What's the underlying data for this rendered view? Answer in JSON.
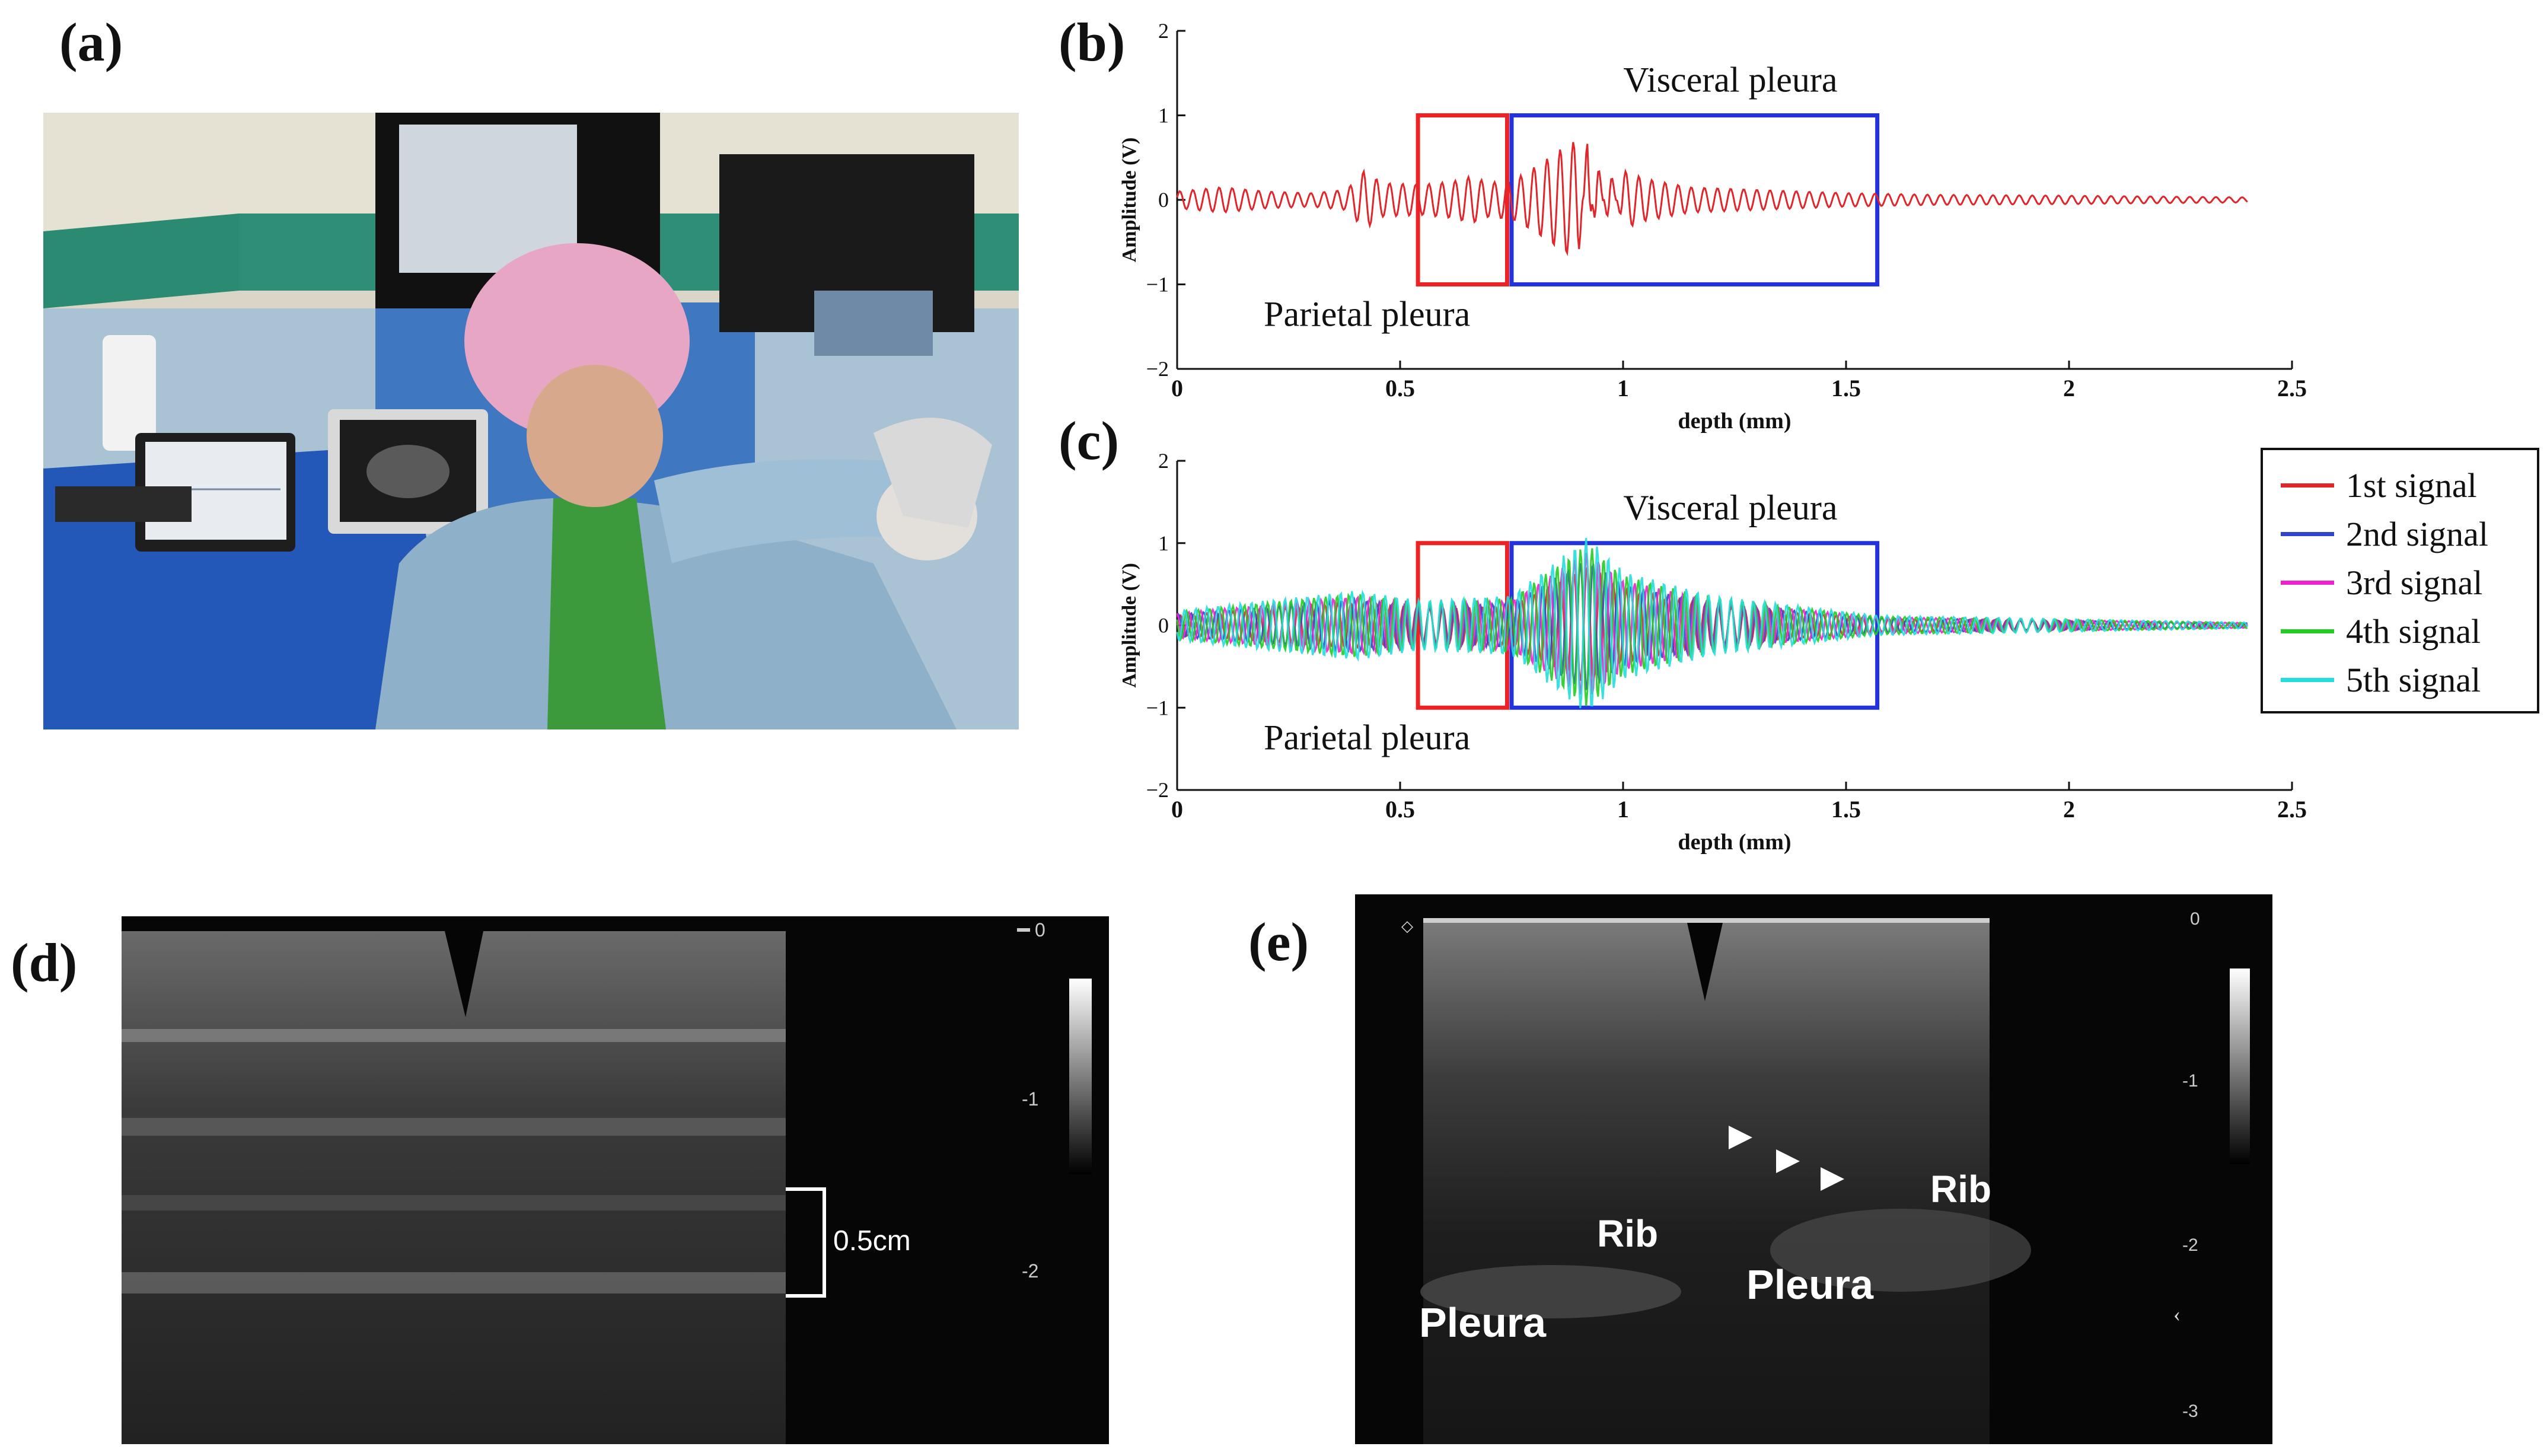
{
  "panels": {
    "a": "(a)",
    "b": "(b)",
    "c": "(c)",
    "d": "(d)",
    "e": "(e)"
  },
  "chart_data": [
    {
      "id": "b",
      "type": "line",
      "xlabel": "depth (mm)",
      "ylabel": "Amplitude (V)",
      "xlim": [
        0,
        2.5
      ],
      "ylim": [
        -2,
        2
      ],
      "xticks": [
        "0",
        "0.5",
        "1",
        "1.5",
        "2",
        "2.5"
      ],
      "yticks": [
        "2",
        "1",
        "0",
        "−1",
        "−2"
      ],
      "annotations": [
        {
          "text": "Visceral pleura",
          "box": [
            0.75,
            1.57,
            -1.0,
            1.0
          ],
          "box_color": "#2233dd"
        },
        {
          "text": "Parietal pleura",
          "box": [
            0.54,
            0.74,
            -1.0,
            1.0
          ],
          "box_color": "#ee2222"
        }
      ],
      "series": [
        {
          "color": "#e0252b",
          "x": [
            0.0,
            0.1,
            0.2,
            0.3,
            0.38,
            0.42,
            0.46,
            0.55,
            0.62,
            0.66,
            0.7,
            0.76,
            0.82,
            0.86,
            0.9,
            0.92,
            0.94,
            0.97,
            1.0,
            1.05,
            1.15,
            1.3,
            1.5,
            1.7,
            2.0,
            2.4
          ],
          "y": [
            0.1,
            0.15,
            0.1,
            0.08,
            0.12,
            0.35,
            0.2,
            0.18,
            0.22,
            0.28,
            0.2,
            0.25,
            0.45,
            0.6,
            0.72,
            -0.75,
            0.55,
            -0.4,
            0.35,
            0.25,
            0.15,
            0.12,
            0.08,
            0.06,
            0.05,
            0.03
          ]
        }
      ]
    },
    {
      "id": "c",
      "type": "line",
      "xlabel": "depth (mm)",
      "ylabel": "Amplitude (V)",
      "xlim": [
        0,
        2.5
      ],
      "ylim": [
        -2,
        2
      ],
      "xticks": [
        "0",
        "0.5",
        "1",
        "1.5",
        "2",
        "2.5"
      ],
      "yticks": [
        "2",
        "1",
        "0",
        "−1",
        "−2"
      ],
      "annotations": [
        {
          "text": "Visceral pleura",
          "box": [
            0.75,
            1.57,
            -1.0,
            1.0
          ],
          "box_color": "#2233dd"
        },
        {
          "text": "Parietal pleura",
          "box": [
            0.54,
            0.74,
            -1.0,
            1.0
          ],
          "box_color": "#ee2222"
        }
      ],
      "series": [
        {
          "name": "1st signal",
          "color": "#e0252b"
        },
        {
          "name": "2nd signal",
          "color": "#3344cc"
        },
        {
          "name": "3rd signal",
          "color": "#ee22cc"
        },
        {
          "name": "4th signal",
          "color": "#22cc22"
        },
        {
          "name": "5th signal",
          "color": "#22dddd"
        }
      ],
      "envelope": {
        "x": [
          0.0,
          0.4,
          0.55,
          0.75,
          0.85,
          0.92,
          1.0,
          1.2,
          1.57,
          2.4
        ],
        "amp": [
          0.15,
          0.35,
          0.25,
          0.3,
          0.65,
          0.9,
          0.55,
          0.3,
          0.1,
          0.03
        ]
      }
    }
  ],
  "ultrasound_d": {
    "scale_label": "0.5cm",
    "depth_ticks": [
      "0",
      "-1",
      "-2"
    ]
  },
  "ultrasound_e": {
    "labels": {
      "rib_left": "Rib",
      "rib_right": "Rib",
      "pleura_left": "Pleura",
      "pleura_right": "Pleura"
    },
    "depth_ticks": [
      "0",
      "-1",
      "-2",
      "-3"
    ]
  }
}
